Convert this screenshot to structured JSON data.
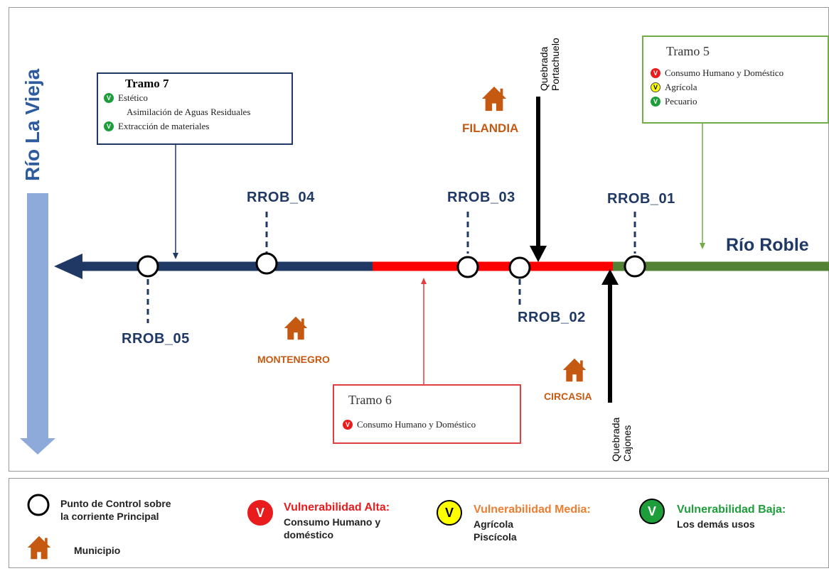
{
  "river_main": "Río La Vieja",
  "river_secondary": "Río Roble",
  "stations": {
    "s01": "RROB_01",
    "s02": "RROB_02",
    "s03": "RROB_03",
    "s04": "RROB_04",
    "s05": "RROB_05"
  },
  "municipalities": {
    "filandia": "FILANDIA",
    "montenegro": "MONTENEGRO",
    "circasia": "CIRCASIA"
  },
  "streams": {
    "portachuelo_line1": "Quebrada",
    "portachuelo_line2": "Portachuelo",
    "cajones_line1": "Quebrada",
    "cajones_line2": "Cajones"
  },
  "tramo7": {
    "title": "Tramo 7",
    "items": [
      {
        "text": "Estético",
        "level": "low"
      },
      {
        "text": "Asimilación de Aguas Residuales",
        "level": "none"
      },
      {
        "text": "Extracción de materiales",
        "level": "low"
      }
    ]
  },
  "tramo5": {
    "title": "Tramo 5",
    "items": [
      {
        "text": "Consumo Humano y Doméstico",
        "level": "high"
      },
      {
        "text": "Agrícola",
        "level": "medium"
      },
      {
        "text": "Pecuario",
        "level": "low"
      }
    ]
  },
  "tramo6": {
    "title": "Tramo 6",
    "items": [
      {
        "text": "Consumo Humano y Doméstico",
        "level": "high"
      }
    ]
  },
  "badge_letter": "V",
  "legend": {
    "control_point_line1": "Punto de Control sobre",
    "control_point_line2": "la corriente Principal",
    "municipio": "Municipio",
    "alta_title": "Vulnerabilidad Alta:",
    "alta_body1": "Consumo Humano y",
    "alta_body2": "doméstico",
    "media_title": "Vulnerabilidad Media:",
    "media_body1": "Agrícola",
    "media_body2": "Piscícola",
    "baja_title": "Vulnerabilidad Baja:",
    "baja_body": "Los demás usos"
  },
  "colors": {
    "navy": "#1f3864",
    "red": "#ff0000",
    "green": "#548235",
    "light_blue": "#8eaadb",
    "house": "#c65911",
    "high": "#e81c1c",
    "medium": "#ffff00",
    "low": "#1e9e3a"
  }
}
